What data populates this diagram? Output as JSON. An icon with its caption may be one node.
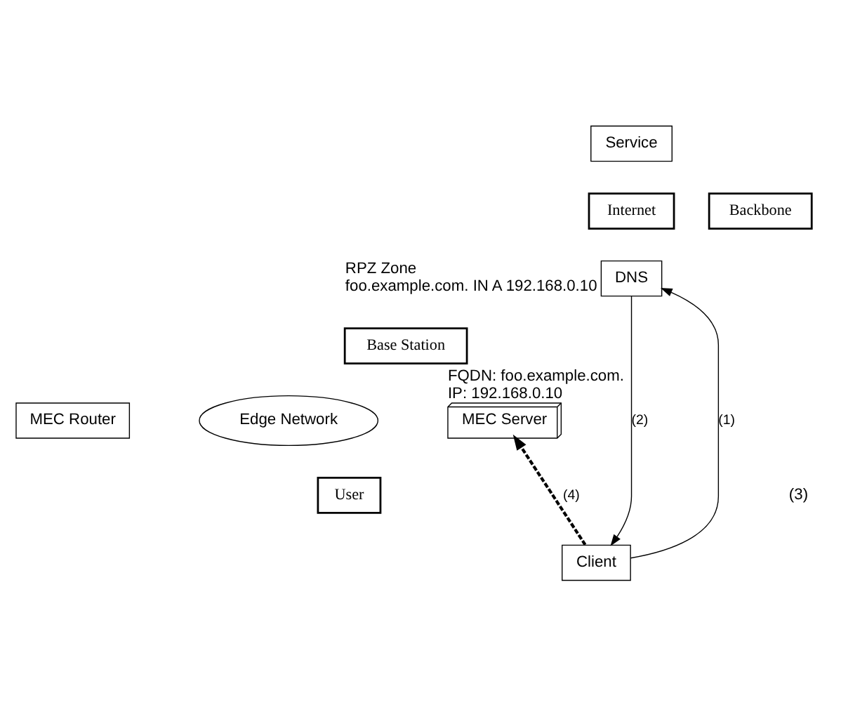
{
  "diagram": {
    "nodes": [
      {
        "text": [
          "Service"
        ]
      },
      {
        "text": [
          "Internet"
        ]
      },
      {
        "text": [
          "Backbone"
        ]
      },
      {
        "text": [
          "DNS"
        ],
        "beside": [
          "RPZ Zone",
          "foo.example.com. IN A 192.168.0.10"
        ]
      },
      {
        "text": [
          "Base Station"
        ]
      },
      {
        "text": [
          "MEC Router"
        ]
      },
      {
        "text": [
          "Edge Network"
        ]
      },
      {
        "text": [
          "MEC Server"
        ],
        "beside": [
          "FQDN: foo.example.com.",
          "IP: 192.168.0.10"
        ]
      },
      {
        "text": [
          "User"
        ]
      },
      {
        "text": [
          "Client"
        ]
      }
    ],
    "edges": [
      {
        "from": 9,
        "to": 3,
        "arrow": "to",
        "label": "(1)"
      },
      {
        "from": 3,
        "to": 9,
        "arrow": "to",
        "label": "(2)"
      },
      {
        "from": 9,
        "to": 7,
        "arrow": "to",
        "style": "dashed",
        "label": "(4)"
      }
    ],
    "labels": [
      "(3)"
    ]
  }
}
